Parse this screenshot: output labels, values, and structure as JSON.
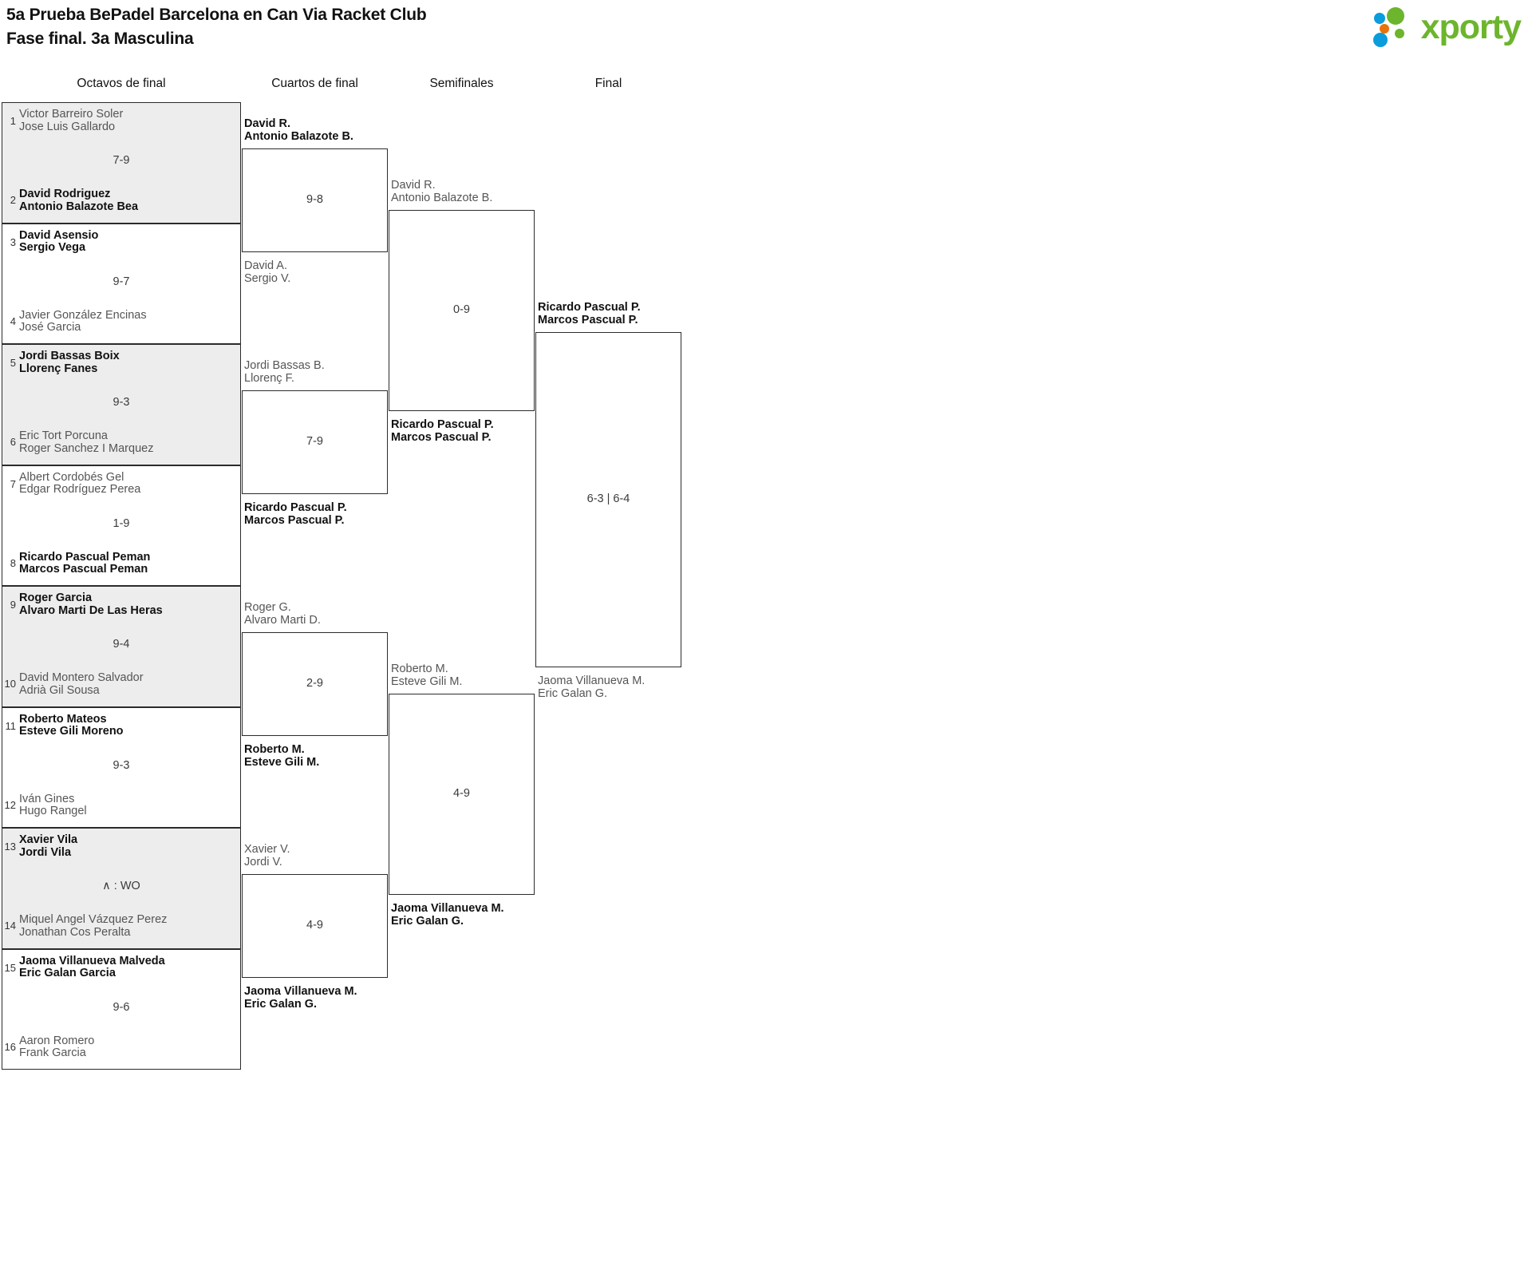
{
  "header": {
    "title_line1": "5a Prueba BePadel Barcelona en Can Via Racket Club",
    "title_line2": "Fase final. 3a Masculina",
    "title": "5a Prueba BePadel Barcelona en Can Via Racket Club\nFase final. 3a Masculina",
    "logo_word": "xporty",
    "logo_colors": {
      "word_green": "#6cb52d",
      "dot_blue": "#0b9cdb",
      "dot_orange": "#e8730c",
      "dot_green": "#6cb52d"
    }
  },
  "rounds": [
    {
      "label": "Octavos de final"
    },
    {
      "label": "Cuartos de final"
    },
    {
      "label": "Semifinales"
    },
    {
      "label": "Final"
    }
  ],
  "round_of_16": [
    {
      "shaded": true,
      "score": "7-9",
      "top": {
        "seed": "1",
        "p1": "Victor Barreiro Soler",
        "p2": "Jose Luis Gallardo",
        "result": "loser"
      },
      "bottom": {
        "seed": "2",
        "p1": "David Rodriguez",
        "p2": "Antonio Balazote Bea",
        "result": "winner"
      }
    },
    {
      "shaded": false,
      "score": "9-7",
      "top": {
        "seed": "3",
        "p1": "David Asensio",
        "p2": "Sergio Vega",
        "result": "winner"
      },
      "bottom": {
        "seed": "4",
        "p1": "Javier González Encinas",
        "p2": "José Garcia",
        "result": "loser"
      }
    },
    {
      "shaded": true,
      "score": "9-3",
      "top": {
        "seed": "5",
        "p1": "Jordi Bassas Boix",
        "p2": "Llorenç Fanes",
        "result": "winner"
      },
      "bottom": {
        "seed": "6",
        "p1": "Eric Tort Porcuna",
        "p2": "Roger Sanchez I Marquez",
        "result": "loser"
      }
    },
    {
      "shaded": false,
      "score": "1-9",
      "top": {
        "seed": "7",
        "p1": "Albert Cordobés Gel",
        "p2": "Edgar Rodríguez Perea",
        "result": "loser"
      },
      "bottom": {
        "seed": "8",
        "p1": "Ricardo Pascual Peman",
        "p2": "Marcos Pascual Peman",
        "result": "winner"
      }
    },
    {
      "shaded": true,
      "score": "9-4",
      "top": {
        "seed": "9",
        "p1": "Roger Garcia",
        "p2": "Alvaro Marti De Las Heras",
        "result": "winner"
      },
      "bottom": {
        "seed": "10",
        "p1": "David Montero Salvador",
        "p2": "Adrià Gil Sousa",
        "result": "loser"
      }
    },
    {
      "shaded": false,
      "score": "9-3",
      "top": {
        "seed": "11",
        "p1": "Roberto Mateos",
        "p2": "Esteve Gili Moreno",
        "result": "winner"
      },
      "bottom": {
        "seed": "12",
        "p1": "Iván Gines",
        "p2": "Hugo Rangel",
        "result": "loser"
      }
    },
    {
      "shaded": true,
      "score": "∧ : WO",
      "top": {
        "seed": "13",
        "p1": "Xavier Vila",
        "p2": "Jordi Vila",
        "result": "winner"
      },
      "bottom": {
        "seed": "14",
        "p1": "Miquel Angel Vázquez Perez",
        "p2": "Jonathan Cos Peralta",
        "result": "loser"
      }
    },
    {
      "shaded": false,
      "score": "9-6",
      "top": {
        "seed": "15",
        "p1": "Jaoma Villanueva Malveda",
        "p2": "Eric Galan Garcia",
        "result": "winner"
      },
      "bottom": {
        "seed": "16",
        "p1": "Aaron Romero",
        "p2": "Frank Garcia",
        "result": "loser"
      }
    }
  ],
  "quarter_finals": [
    {
      "score": "9-8",
      "top": {
        "p1": "David R.",
        "p2": "Antonio Balazote B.",
        "result": "winner"
      },
      "bottom": {
        "p1": "David A.",
        "p2": "Sergio V.",
        "result": "loser"
      }
    },
    {
      "score": "7-9",
      "top": {
        "p1": "Jordi Bassas B.",
        "p2": "Llorenç F.",
        "result": "loser"
      },
      "bottom": {
        "p1": "Ricardo Pascual P.",
        "p2": "Marcos Pascual P.",
        "result": "winner"
      }
    },
    {
      "score": "2-9",
      "top": {
        "p1": "Roger G.",
        "p2": "Alvaro Marti D.",
        "result": "loser"
      },
      "bottom": {
        "p1": "Roberto M.",
        "p2": "Esteve Gili M.",
        "result": "winner"
      }
    },
    {
      "score": "4-9",
      "top": {
        "p1": "Xavier V.",
        "p2": "Jordi V.",
        "result": "loser"
      },
      "bottom": {
        "p1": "Jaoma Villanueva M.",
        "p2": "Eric Galan G.",
        "result": "winner"
      }
    }
  ],
  "semi_finals": [
    {
      "score": "0-9",
      "top": {
        "p1": "David R.",
        "p2": "Antonio Balazote B.",
        "result": "loser"
      },
      "bottom": {
        "p1": "Ricardo Pascual P.",
        "p2": "Marcos Pascual P.",
        "result": "winner"
      }
    },
    {
      "score": "4-9",
      "top": {
        "p1": "Roberto M.",
        "p2": "Esteve Gili M.",
        "result": "loser"
      },
      "bottom": {
        "p1": "Jaoma Villanueva M.",
        "p2": "Eric Galan G.",
        "result": "winner"
      }
    }
  ],
  "final": {
    "score": "6-3 | 6-4",
    "top": {
      "p1": "Ricardo Pascual P.",
      "p2": "Marcos Pascual P.",
      "result": "winner"
    },
    "bottom": {
      "p1": "Jaoma Villanueva M.",
      "p2": "Eric Galan G.",
      "result": "loser"
    }
  }
}
